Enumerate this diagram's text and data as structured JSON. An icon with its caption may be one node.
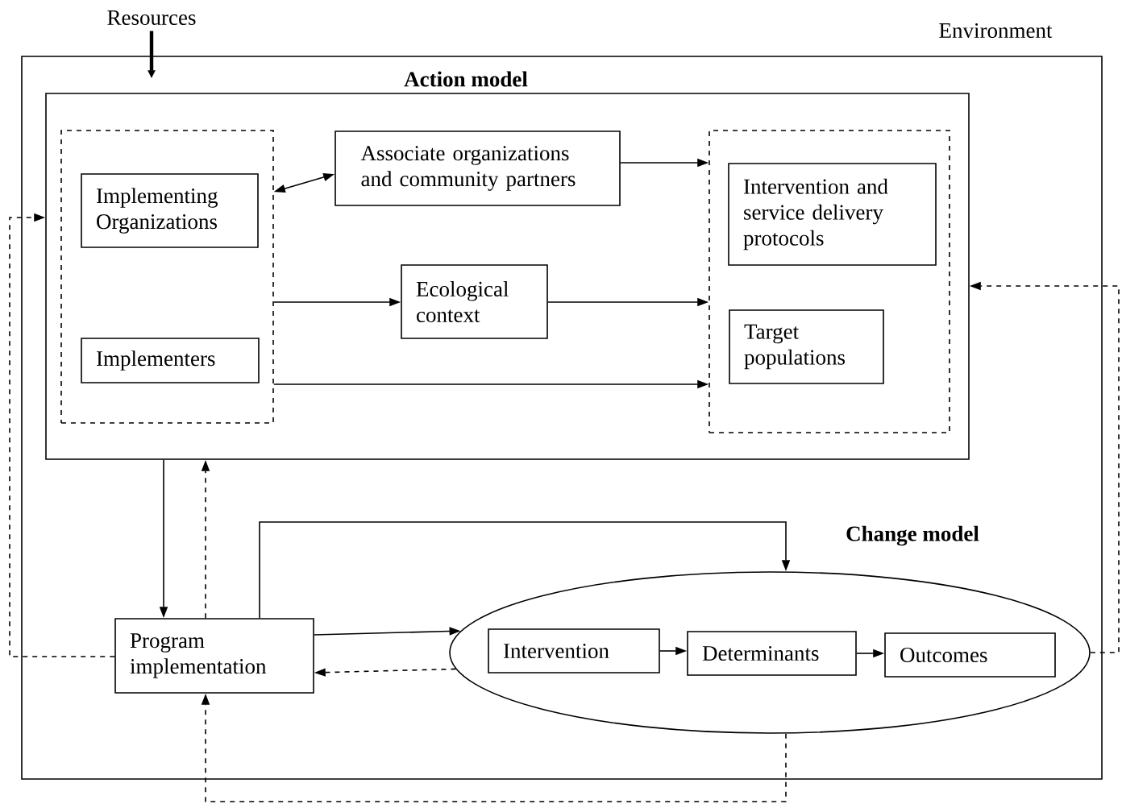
{
  "diagram": {
    "nodes": [
      {
        "text": [
          "Resources"
        ]
      },
      {
        "text": [
          "Environment"
        ]
      },
      {
        "text": [
          "Action model"
        ],
        "in": 1
      },
      {
        "text": [],
        "shape": "box",
        "in": 2
      },
      {
        "text": [
          "Implementing Organizations"
        ],
        "in": 3
      },
      {
        "text": [
          "Implementers"
        ],
        "in": 3
      },
      {
        "text": [
          "Associate organizations and community partners"
        ],
        "in": 2
      },
      {
        "text": [
          "Ecological context"
        ],
        "in": 2
      },
      {
        "text": [],
        "shape": "box",
        "in": 2
      },
      {
        "text": [
          "Intervention and service delivery protocols"
        ],
        "in": 8
      },
      {
        "text": [
          "Target populations"
        ],
        "in": 8
      },
      {
        "text": [
          "Program implementation"
        ],
        "in": 1
      },
      {
        "text": [
          "Change model"
        ],
        "in": 1
      },
      {
        "text": [
          "Intervention"
        ],
        "in": 12
      },
      {
        "text": [
          "Determinants"
        ],
        "in": 12
      },
      {
        "text": [
          "Outcomes"
        ],
        "in": 12
      }
    ],
    "edges": [
      {
        "from": 0,
        "to": 1,
        "arrow": "to",
        "style": "thick"
      },
      {
        "from": 3,
        "to": 6,
        "arrow": "both"
      },
      {
        "from": 6,
        "to": 8,
        "arrow": "to"
      },
      {
        "from": 3,
        "to": 7,
        "arrow": "to"
      },
      {
        "from": 7,
        "to": 8,
        "arrow": "to"
      },
      {
        "from": 3,
        "to": 8,
        "arrow": "to"
      },
      {
        "from": 2,
        "to": 11,
        "arrow": "to"
      },
      {
        "from": 11,
        "to": 2,
        "arrow": "to",
        "style": "dashed"
      },
      {
        "from": 11,
        "to": 2,
        "arrow": "to",
        "style": "dashed"
      },
      {
        "from": 11,
        "to": 12,
        "arrow": "to"
      },
      {
        "from": 11,
        "to": 12,
        "arrow": "to"
      },
      {
        "from": 12,
        "to": 11,
        "arrow": "to",
        "style": "dashed"
      },
      {
        "from": 12,
        "to": 11,
        "arrow": "to",
        "style": "dashed"
      },
      {
        "from": 12,
        "to": 2,
        "arrow": "to",
        "style": "dashed"
      },
      {
        "from": 13,
        "to": 14,
        "arrow": "to"
      },
      {
        "from": 14,
        "to": 15,
        "arrow": "to"
      }
    ]
  }
}
